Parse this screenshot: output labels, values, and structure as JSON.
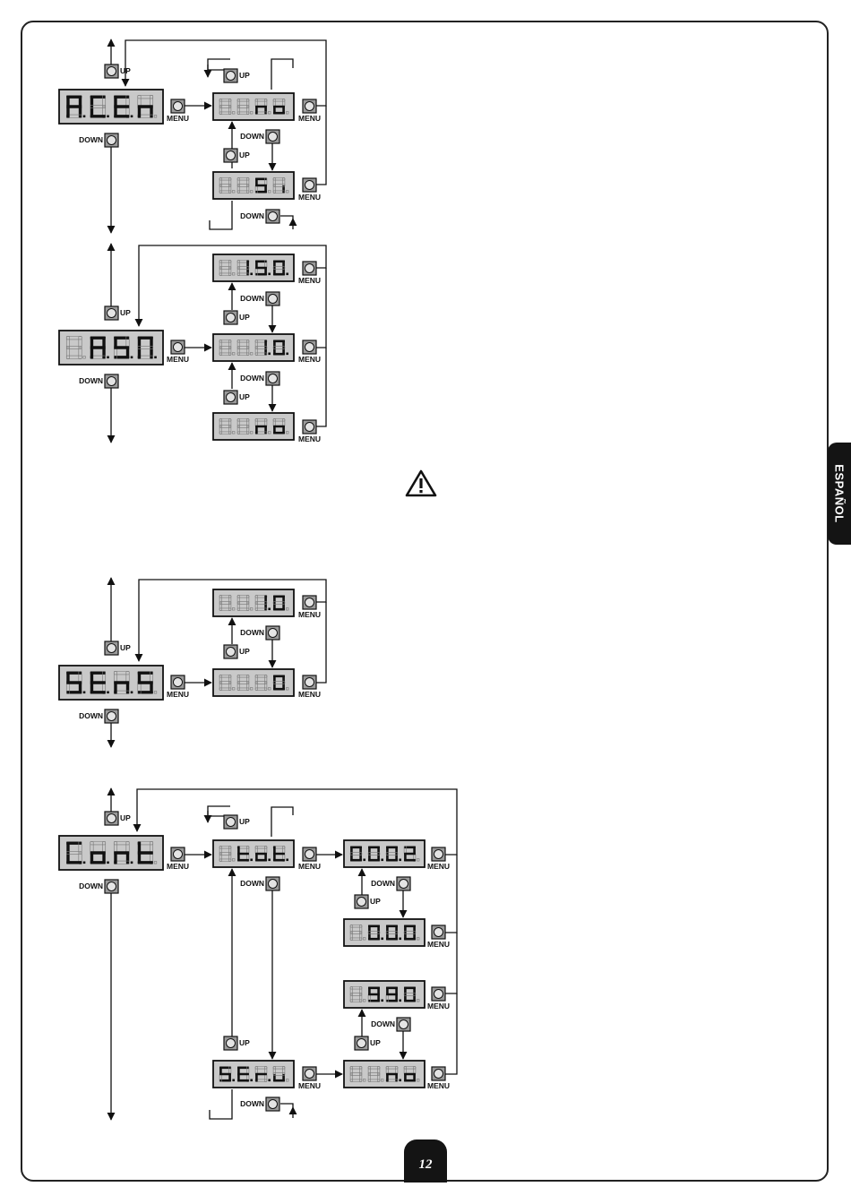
{
  "side_tab": "ESPAÑOL",
  "page_number": "12",
  "button_labels": {
    "up": "UP",
    "down": "DOWN",
    "menu": "MENU"
  },
  "displays": {
    "acen": "A.C.E.n",
    "acen_no": "no",
    "acen_si": "Si",
    "asm": "A.S.M.",
    "asm_150": "1.5.0.",
    "asm_10": "1.0.",
    "asm_no": "no",
    "sens": "S.E.n.S",
    "sens_10": "1.0",
    "sens_0": "0",
    "cont": "C.o.n.t",
    "tot": "t.o.t.",
    "tot_0002": "0.0.0.2",
    "tot_000": "0.0.0",
    "serv": "S.E.r.u",
    "serv_990": "9.9.0",
    "serv_no": "n.o"
  },
  "icons": {
    "warning": "warning-triangle-icon"
  }
}
